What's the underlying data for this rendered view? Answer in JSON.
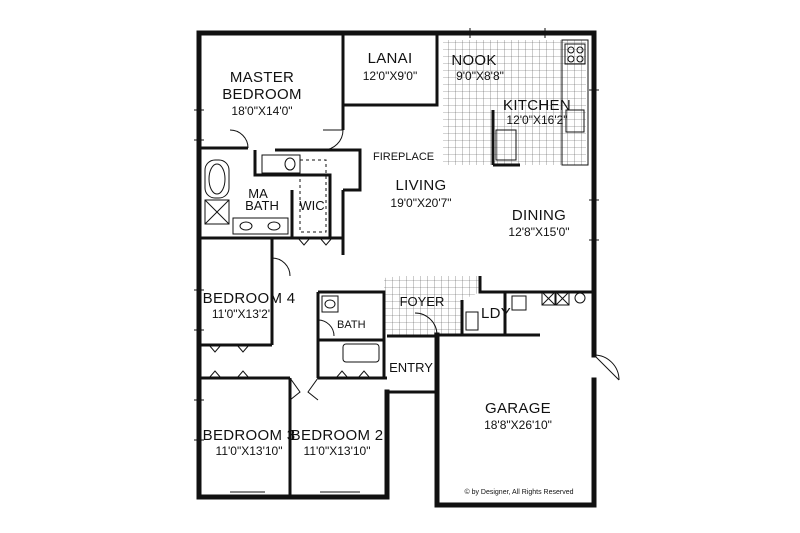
{
  "rooms": {
    "master": {
      "name_line1": "MASTER",
      "name_line2": "BEDROOM",
      "dims": "18'0\"X14'0\""
    },
    "lanai": {
      "name": "LANAI",
      "dims": "12'0\"X9'0\""
    },
    "nook": {
      "name": "NOOK",
      "dims": "9'0\"X8'8\""
    },
    "kitchen": {
      "name": "KITCHEN",
      "dims": "12'0\"X16'2\""
    },
    "fireplace": {
      "name": "FIREPLACE"
    },
    "living": {
      "name": "LIVING",
      "dims": "19'0\"X20'7\""
    },
    "ma_bath": {
      "name_line1": "MA",
      "name_line2": "BATH"
    },
    "wic": {
      "name": "WIC"
    },
    "dining": {
      "name": "DINING",
      "dims": "12'8\"X15'0\""
    },
    "bedroom4": {
      "name": "BEDROOM 4",
      "dims": "11'0\"X13'2\""
    },
    "foyer": {
      "name": "FOYER"
    },
    "bath": {
      "name": "BATH"
    },
    "ldy": {
      "name": "LDY"
    },
    "entry": {
      "name": "ENTRY"
    },
    "garage": {
      "name": "GARAGE",
      "dims": "18'8\"X26'10\""
    },
    "bedroom3": {
      "name": "BEDROOM 3",
      "dims": "11'0\"X13'10\""
    },
    "bedroom2": {
      "name": "BEDROOM 2",
      "dims": "11'0\"X13'10\""
    }
  },
  "copyright": "© by Designer, All Rights Reserved"
}
